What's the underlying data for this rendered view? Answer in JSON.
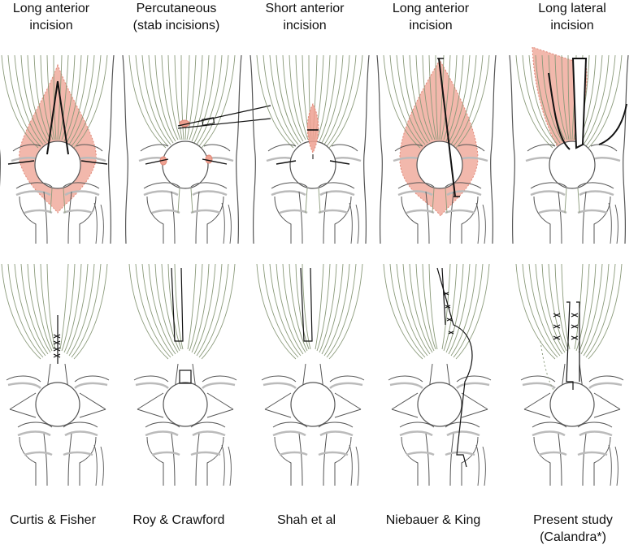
{
  "columns": [
    {
      "id": "curtis-fisher",
      "title": [
        "Long anterior",
        "incision"
      ],
      "caption": [
        "Curtis & Fisher"
      ]
    },
    {
      "id": "roy-crawford",
      "title": [
        "Percutaneous",
        "(stab incisions)"
      ],
      "caption": [
        "Roy & Crawford"
      ]
    },
    {
      "id": "shah",
      "title": [
        "Short anterior",
        "incision"
      ],
      "caption": [
        "Shah et al"
      ]
    },
    {
      "id": "niebauer-king",
      "title": [
        "Long anterior",
        "incision"
      ],
      "caption": [
        "Niebauer & King"
      ]
    },
    {
      "id": "present-study",
      "title": [
        "Long lateral",
        "incision"
      ],
      "caption": [
        "Present study",
        "(Calandra*)"
      ]
    }
  ],
  "colors": {
    "muscle_line": "#8a9a7a",
    "bone_outline": "#555555",
    "cartilage": "#bbbbbb",
    "highlight_fill": "#eea090",
    "highlight_dots": "#e08878",
    "incision": "#111111"
  }
}
